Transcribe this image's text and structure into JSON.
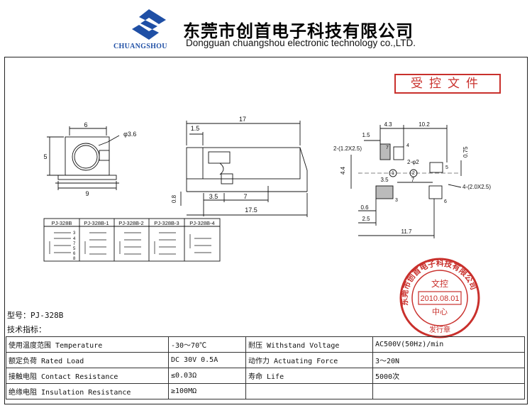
{
  "header": {
    "company_cn": "东莞市创首电子科技有限公司",
    "company_en": "Dongguan chuangshou electronic technology co.,LTD.",
    "brand": "CHUANGSHOU",
    "brand_color": "#1f4fa5"
  },
  "stamp_box": {
    "label": "受控文件",
    "color": "#c9302c"
  },
  "seal": {
    "ring_text": "东莞市创首电子科技有限公司",
    "inner_top": "文控",
    "date": "2010.08.01",
    "center": "中心",
    "bottom": "发行章",
    "color": "#c9302c"
  },
  "drawing": {
    "front": {
      "width_top": "6",
      "hole": "φ3.6",
      "height": "5",
      "width_bottom": "9"
    },
    "side": {
      "length": "17",
      "d1": "1.5",
      "d2": "3.5",
      "d3": "7",
      "d4": "17.5",
      "d5": "0.8"
    },
    "footprint": {
      "d_4_3": "4.3",
      "d_10_2": "10.2",
      "d_1_5": "1.5",
      "pad_label_a": "2-(1.2X2.5)",
      "hole_label": "2-φ2",
      "d_7": "7",
      "d_0_75": "0.75",
      "d_4_4": "4.4",
      "d_3_5": "3.5",
      "pad_label_b": "4-(2.0X2.5)",
      "d_0_6": "0.6",
      "d_2_5": "2.5",
      "d_11_7": "11.7",
      "pins": [
        "1",
        "2",
        "3",
        "4",
        "5",
        "6",
        "7"
      ]
    },
    "schematics": [
      "PJ-328B",
      "PJ-328B-1",
      "PJ-328B-2",
      "PJ-328B-3",
      "PJ-328B-4"
    ],
    "schematic_pins": [
      "3",
      "4",
      "7",
      "5",
      "6",
      "8"
    ]
  },
  "model": "型号：PJ-328B",
  "tech_title": "技术指标：",
  "specs": [
    [
      "使用温度范围 Temperature",
      "-30～70℃",
      "耐压 Withstand Voltage",
      "AC500V(50Hz)/min"
    ],
    [
      "额定负荷 Rated Load",
      "DC 30V 0.5A",
      "动作力 Actuating Force",
      "3～20N"
    ],
    [
      "接触电阻 Contact Resistance",
      "≤0.03Ω",
      "寿命 Life",
      "5000次"
    ],
    [
      "绝缘电阻 Insulation Resistance",
      "≥100MΩ",
      "",
      ""
    ]
  ]
}
